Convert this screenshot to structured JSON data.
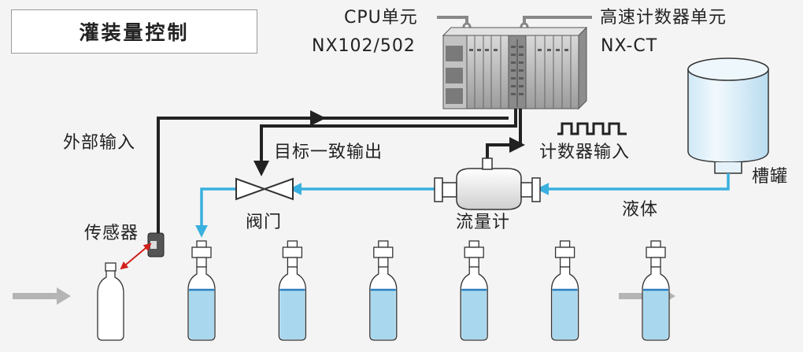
{
  "title": "灌装量控制",
  "labels": {
    "cpu_unit_name": "CPU单元",
    "cpu_unit_model": "NX102/502",
    "counter_unit_name": "高速计数器单元",
    "counter_unit_model": "NX-CT",
    "external_input": "外部输入",
    "target_output": "目标一致输出",
    "counter_input": "计数器输入",
    "valve": "阀门",
    "flowmeter": "流量计",
    "liquid": "液体",
    "tank": "槽罐",
    "sensor": "传感器"
  },
  "colors": {
    "background": "#f4f4f4",
    "wire": "#222222",
    "liquid_line": "#3ab0de",
    "water": "#a9d8ee",
    "water_surface": "#2a7fc0",
    "tank_fill": "#d6ecf8",
    "sensor_beam": "#d0201b",
    "conveyor_arrow": "#b5b5b5"
  },
  "bottles": {
    "empty_count": 1,
    "filled_count": 6
  }
}
